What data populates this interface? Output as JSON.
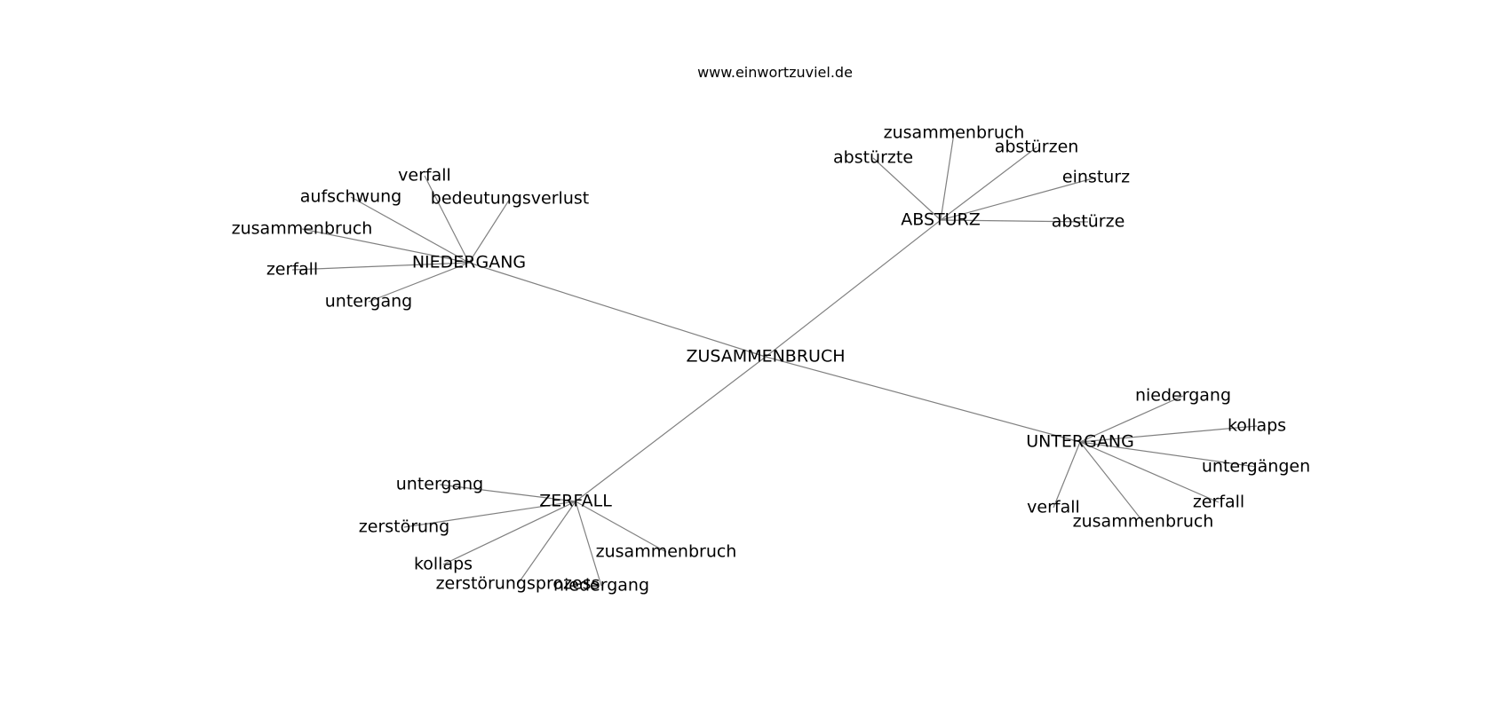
{
  "header": {
    "site_url": "www.einwortzuviel.de"
  },
  "graph": {
    "center": {
      "label": "ZUSAMMENBRUCH"
    },
    "clusters": [
      {
        "hub": "NIEDERGANG",
        "leaves": [
          "verfall",
          "aufschwung",
          "bedeutungsverlust",
          "zusammenbruch",
          "zerfall",
          "untergang"
        ]
      },
      {
        "hub": "ABSTURZ",
        "leaves": [
          "zusammenbruch",
          "abstürzte",
          "abstürzen",
          "einsturz",
          "abstürze"
        ]
      },
      {
        "hub": "UNTERGANG",
        "leaves": [
          "niedergang",
          "kollaps",
          "untergängen",
          "zerfall",
          "zusammenbruch",
          "verfall"
        ]
      },
      {
        "hub": "ZERFALL",
        "leaves": [
          "untergang",
          "zerstörung",
          "kollaps",
          "zerstörungsprozess",
          "niedergang",
          "zusammenbruch"
        ]
      }
    ]
  }
}
